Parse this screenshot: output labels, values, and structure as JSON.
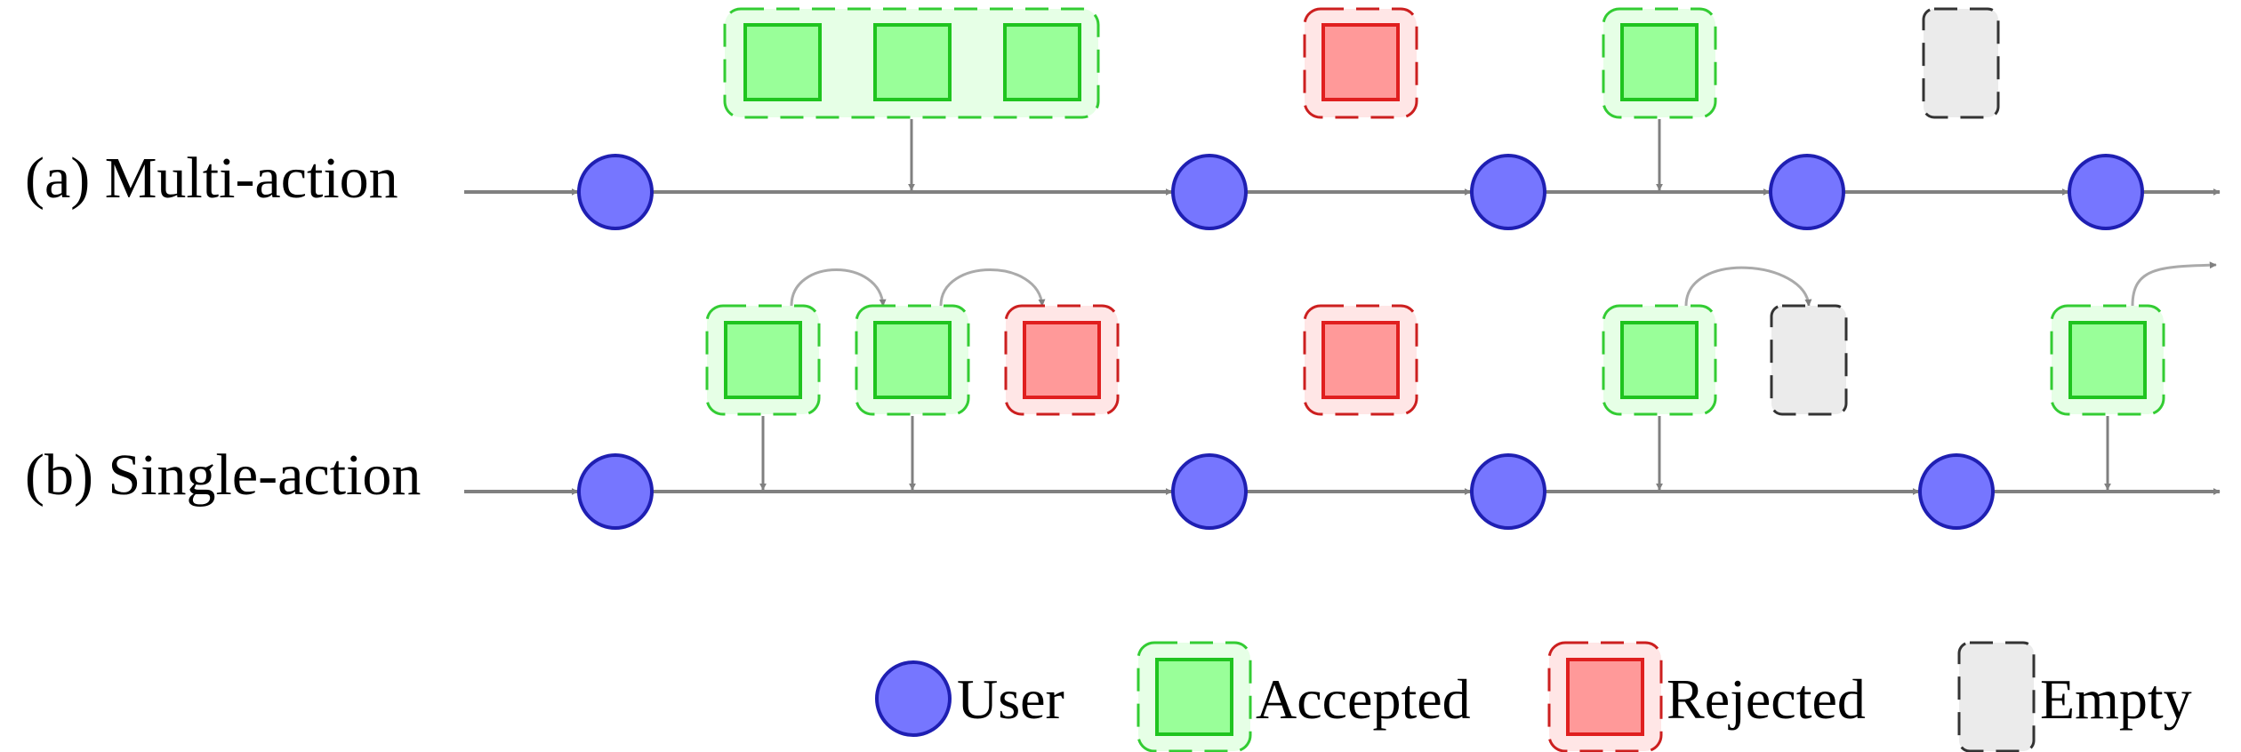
{
  "rows": [
    {
      "label": "(a) Multi-action"
    },
    {
      "label": "(b) Single-action"
    }
  ],
  "legend": {
    "user": "User",
    "accepted": "Accepted",
    "rejected": "Rejected",
    "empty": "Empty"
  },
  "colors": {
    "user_fill": "#7676ff",
    "user_stroke": "#1f1fb2",
    "accepted_fill": "#99ff99",
    "accepted_stroke": "#1fc41f",
    "accepted_bg": "#e6ffe6",
    "accepted_dash": "#33cc33",
    "rejected_fill": "#ff9999",
    "rejected_stroke": "#e01f1f",
    "rejected_bg": "#ffe6e6",
    "rejected_dash": "#cc1f1f",
    "empty_bg": "#ebebeb",
    "empty_dash": "#333333",
    "arrow": "#808080",
    "curve": "#aaaaaa"
  }
}
